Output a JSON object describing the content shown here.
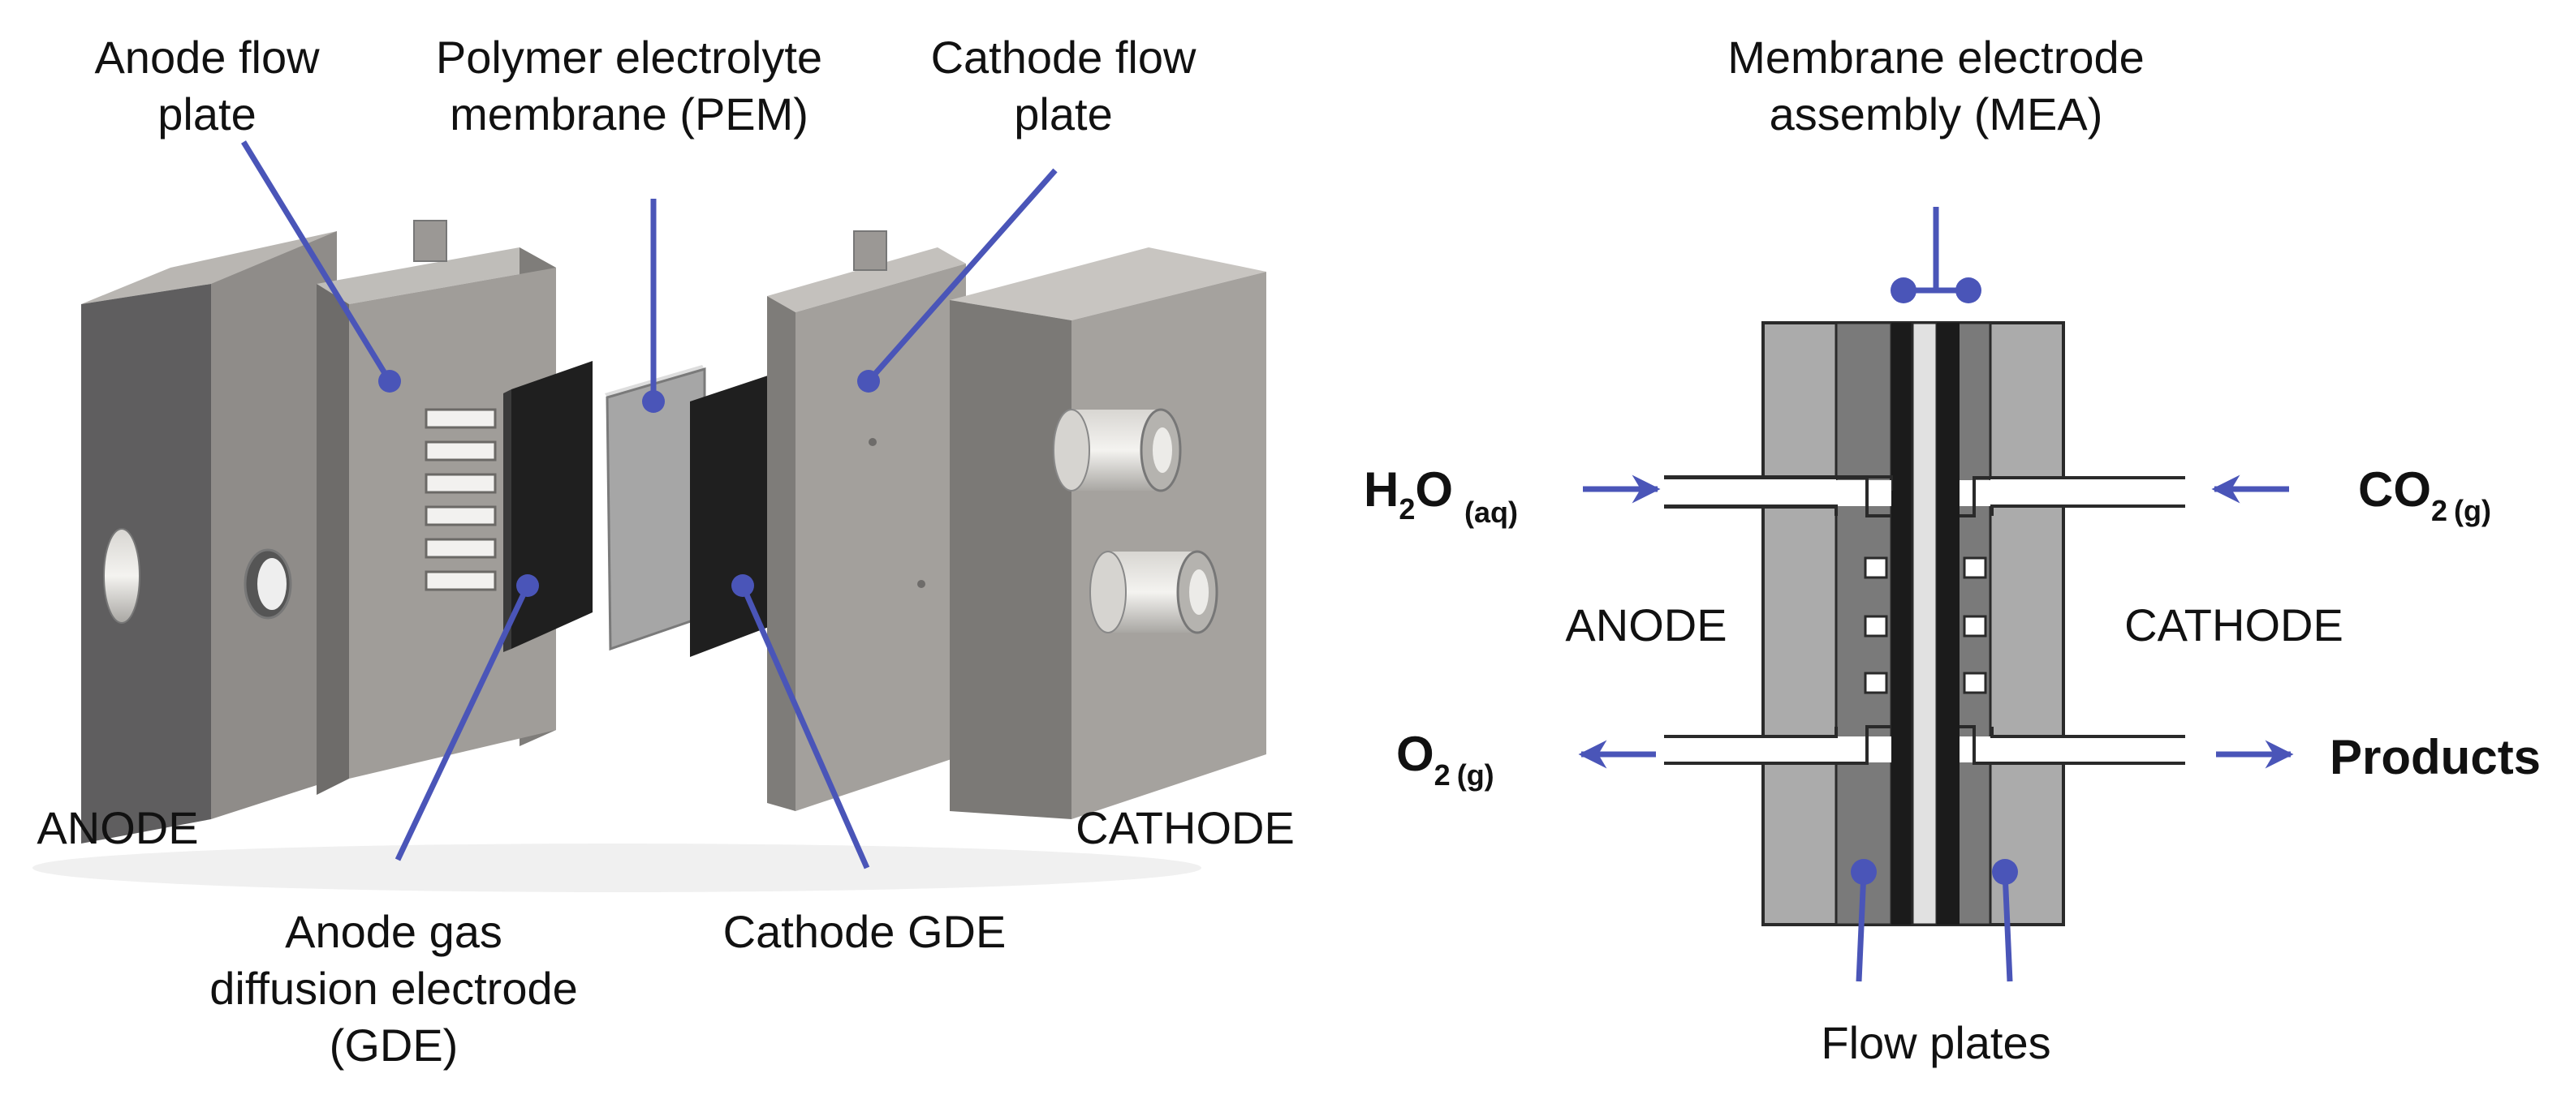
{
  "left_diagram": {
    "labels": {
      "anode_flow_plate_1": "Anode flow",
      "anode_flow_plate_2": "plate",
      "pem_1": "Polymer electrolyte",
      "pem_2": "membrane (PEM)",
      "cathode_flow_plate_1": "Cathode flow",
      "cathode_flow_plate_2": "plate",
      "anode_side": "ANODE",
      "cathode_side": "CATHODE",
      "anode_gde_1": "Anode gas",
      "anode_gde_2": "diffusion electrode",
      "anode_gde_3": "(GDE)",
      "cathode_gde": "Cathode GDE"
    }
  },
  "right_diagram": {
    "labels": {
      "mea_1": "Membrane electrode",
      "mea_2": "assembly (MEA)",
      "anode": "ANODE",
      "cathode": "CATHODE",
      "flow_plates": "Flow plates",
      "products": "Products"
    },
    "species": {
      "h2o": "H",
      "h2o_sub": "2",
      "h2o_o": "O",
      "h2o_state": "(aq)",
      "o2": "O",
      "o2_sub": "2",
      "o2_state": "(g)",
      "co2": "CO",
      "co2_sub": "2",
      "co2_state": "(g)"
    }
  },
  "colors": {
    "accent": "#4a55b8",
    "plate_gray": "#9a9794",
    "dark_plate": "#5e5e60",
    "gde_black": "#1c1c1c",
    "membrane": "#c9c9c9"
  }
}
